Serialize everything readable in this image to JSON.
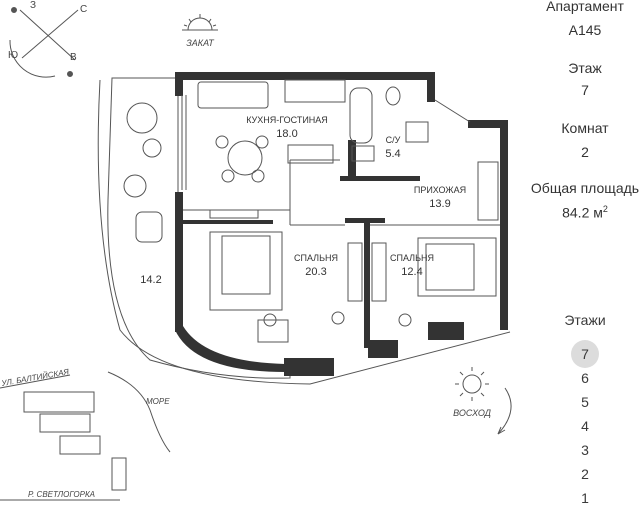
{
  "compass": {
    "north": "С",
    "south": "Ю",
    "west": "З",
    "east": "В"
  },
  "sun": {
    "sunset_label": "ЗАКАТ",
    "sunrise_label": "ВОСХОД"
  },
  "rooms": {
    "kitchen": {
      "name": "КУХНЯ-ГОСТИНАЯ",
      "area": "18.0"
    },
    "bathroom": {
      "name": "С/У",
      "area": "5.4"
    },
    "hall": {
      "name": "ПРИХОЖАЯ",
      "area": "13.9"
    },
    "bedroom1": {
      "name": "СПАЛЬНЯ",
      "area": "20.3"
    },
    "bedroom2": {
      "name": "СПАЛЬНЯ",
      "area": "12.4"
    },
    "terrace": {
      "area": "14.2"
    }
  },
  "map": {
    "street": "УЛ. БАЛТИЙСКАЯ",
    "sea": "МОРЕ",
    "river": "Р. СВЕТЛОГОРКА"
  },
  "info": {
    "apartment_label": "Апартамент",
    "apartment_value": "А145",
    "floor_label": "Этаж",
    "floor_value": "7",
    "rooms_label": "Комнат",
    "rooms_value": "2",
    "area_label": "Общая площадь",
    "area_value": "84.2 м",
    "area_unit_sup": "2"
  },
  "floors": {
    "title": "Этажи",
    "items": [
      "7",
      "6",
      "5",
      "4",
      "3",
      "2",
      "1"
    ],
    "selected": "7"
  },
  "colors": {
    "wall": "#333333",
    "line": "#555555",
    "text": "#3a3a3a",
    "selected_floor": "#dcdcdc"
  }
}
